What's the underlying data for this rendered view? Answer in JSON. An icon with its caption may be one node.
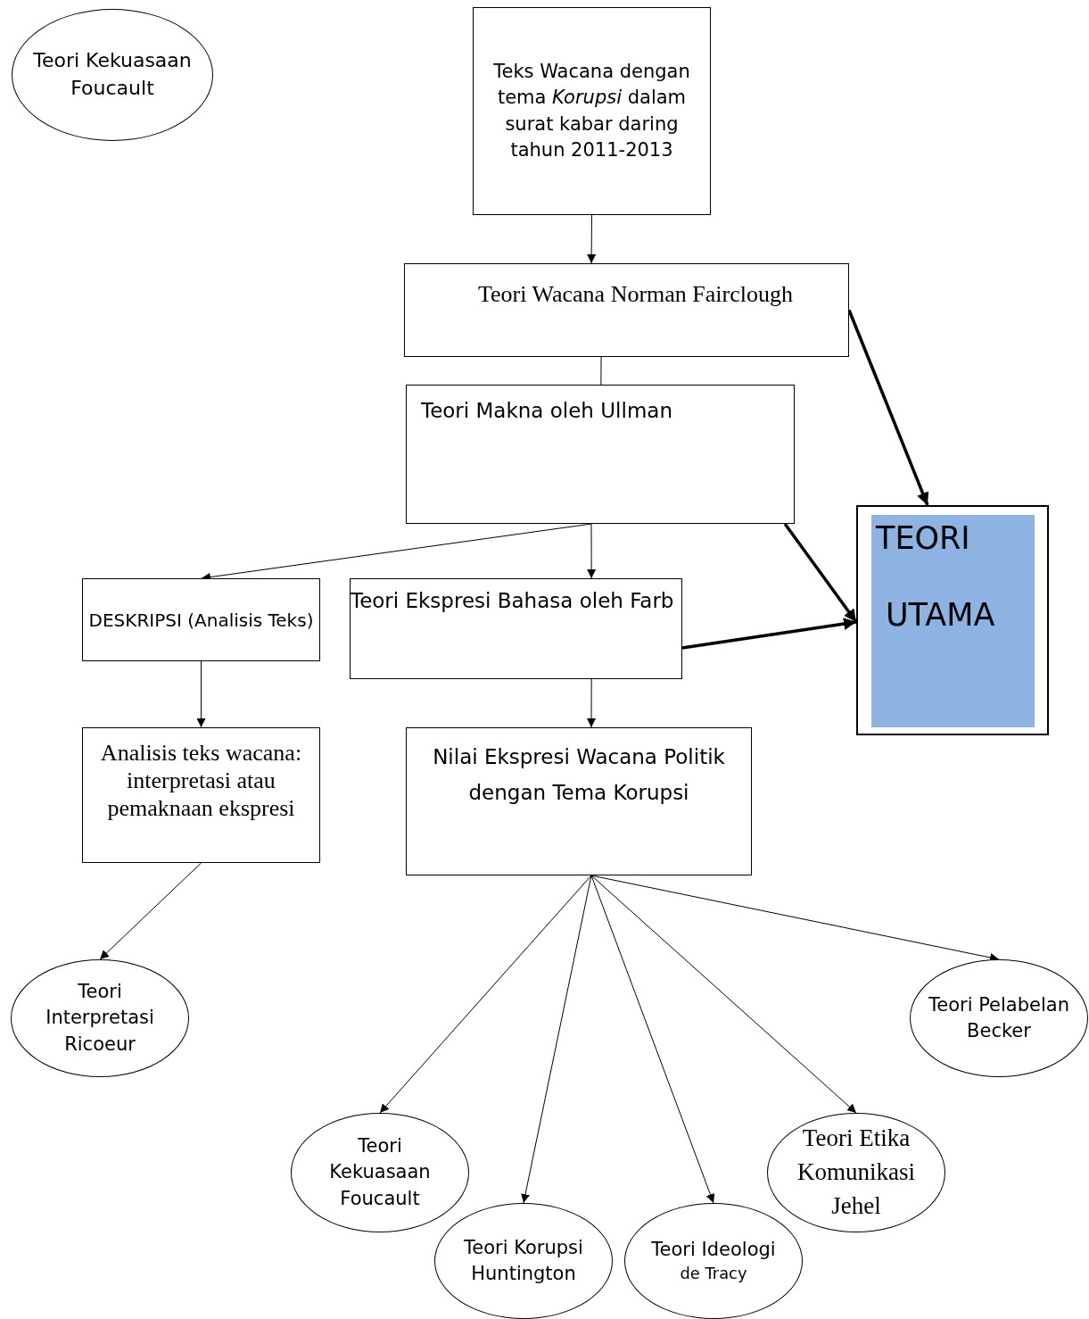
{
  "diagram": {
    "nodes": [
      {
        "text": [
          "Teori Kekuasaan Foucault"
        ]
      },
      {
        "text": [
          "Teks Wacana dengan tema *Korupsi* dalam surat kabar daring tahun 2011-2013"
        ]
      },
      {
        "text": [
          "Teori Wacana Norman Fairclough"
        ]
      },
      {
        "text": [
          "Teori Makna oleh Ullman"
        ]
      },
      {
        "text": [
          "TEORI",
          "UTAMA"
        ]
      },
      {
        "text": [
          "DESKRIPSI (Analisis Teks)"
        ]
      },
      {
        "text": [
          "Teori Ekspresi Bahasa oleh Farb"
        ]
      },
      {
        "text": [
          "Analisis teks wacana: interpretasi atau pemaknaan ekspresi"
        ]
      },
      {
        "text": [
          "Nilai Ekspresi  Wacana Politik dengan Tema Korupsi"
        ]
      },
      {
        "text": [
          "Teori Interpretasi Ricoeur"
        ]
      },
      {
        "text": [
          "Teori Pelabelan Becker"
        ]
      },
      {
        "text": [
          "Teori Kekuasaan Foucault"
        ]
      },
      {
        "text": [
          "Teori Korupsi Huntington"
        ]
      },
      {
        "text": [
          "Teori Ideologi",
          "de Tracy"
        ]
      },
      {
        "text": [
          "Teori Etika Komunikasi Jehel"
        ]
      }
    ],
    "edges": [
      {
        "from": 1,
        "to": 2,
        "arrow": "to"
      },
      {
        "from": 2,
        "to": 3,
        "arrow": "none"
      },
      {
        "from": 2,
        "to": 4,
        "arrow": "to",
        "style": "thick"
      },
      {
        "from": 3,
        "to": 5,
        "arrow": "to"
      },
      {
        "from": 3,
        "to": 6,
        "arrow": "to"
      },
      {
        "from": 3,
        "to": 4,
        "arrow": "to",
        "style": "thick"
      },
      {
        "from": 6,
        "to": 4,
        "arrow": "to",
        "style": "thick"
      },
      {
        "from": 5,
        "to": 7,
        "arrow": "to"
      },
      {
        "from": 6,
        "to": 8,
        "arrow": "to"
      },
      {
        "from": 7,
        "to": 9,
        "arrow": "to"
      },
      {
        "from": 8,
        "to": 11,
        "arrow": "to"
      },
      {
        "from": 8,
        "to": 12,
        "arrow": "to"
      },
      {
        "from": 8,
        "to": 13,
        "arrow": "to"
      },
      {
        "from": 8,
        "to": 14,
        "arrow": "to"
      },
      {
        "from": 8,
        "to": 10,
        "arrow": "to"
      }
    ]
  }
}
